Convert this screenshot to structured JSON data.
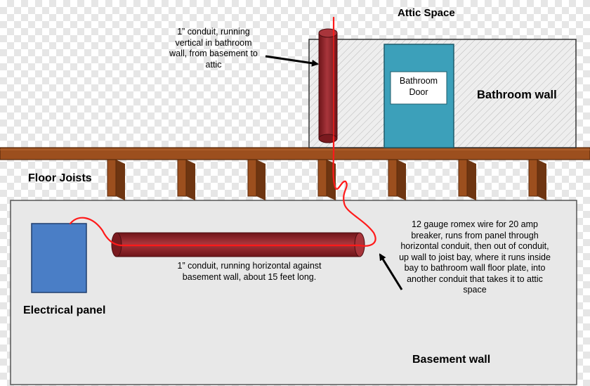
{
  "labels": {
    "attic_space": "Attic Space",
    "bathroom_wall": "Bathroom wall",
    "bathroom_door": "Bathroom Door",
    "floor_joists": "Floor Joists",
    "electrical_panel": "Electrical panel",
    "basement_wall": "Basement wall"
  },
  "notes": {
    "vertical_conduit": "1” conduit,  running vertical in bathroom wall, from basement to attic",
    "horizontal_conduit": "1” conduit,  running horizontal against basement wall, about 15 feet long.",
    "romex_wire": "12 gauge romex wire for 20 amp breaker, runs from panel through horizontal conduit, then out of conduit,  up wall to joist bay, where it runs inside bay to bathroom wall floor plate, into another conduit that takes it to attic space"
  },
  "colors": {
    "wood": "#9c4f1e",
    "wood_dark": "#6e3511",
    "wall_fill": "#e8e8e8",
    "door": "#3ca0ba",
    "panel": "#4a7ec6",
    "conduit": "#8b1f24",
    "wire": "#ff1a1a",
    "arrow": "#000000"
  }
}
